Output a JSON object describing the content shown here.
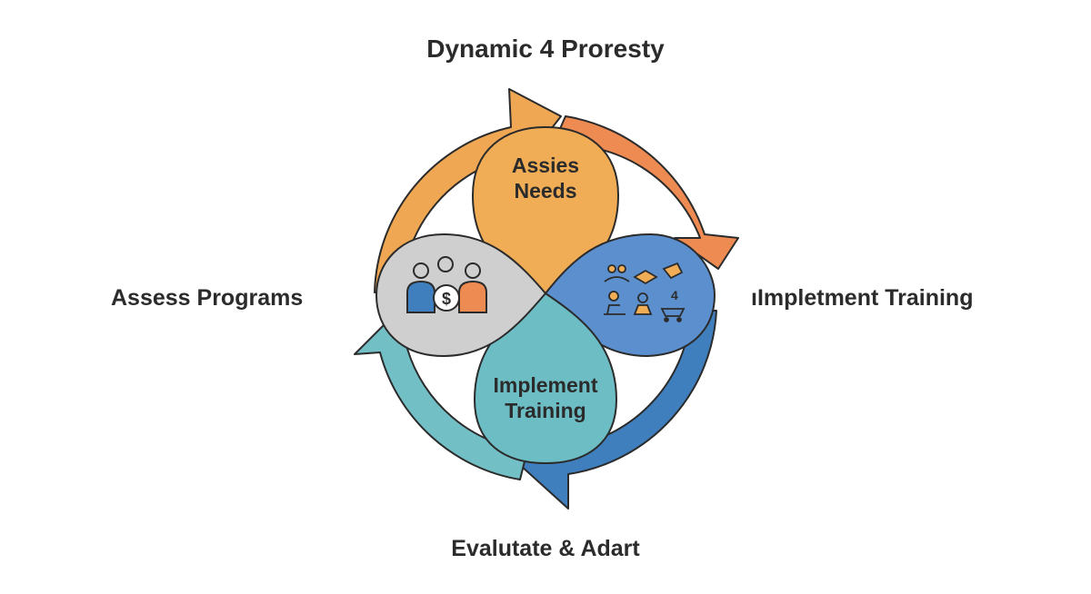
{
  "title": "Dynamic 4 Proresty",
  "labels": {
    "left": "Assess Programs",
    "right": "ıImpletment Training",
    "bottom": "Evalutate & Adart"
  },
  "petals": {
    "top": {
      "line1": "Assies",
      "line2": "Needs",
      "color": "#f0ad56"
    },
    "right": {
      "color": "#5b8fce",
      "icon": "team-training-icons"
    },
    "bottom": {
      "line1": "Implement",
      "line2": "Training",
      "color": "#6dbdc5"
    },
    "left": {
      "color": "#cfcfcf",
      "icon": "people-dollar-icon"
    }
  },
  "arrows": {
    "top_left": "#efa754",
    "top_right": "#ee8b52",
    "bottom_right": "#3f7fbd",
    "bottom_left": "#72bfc6"
  }
}
